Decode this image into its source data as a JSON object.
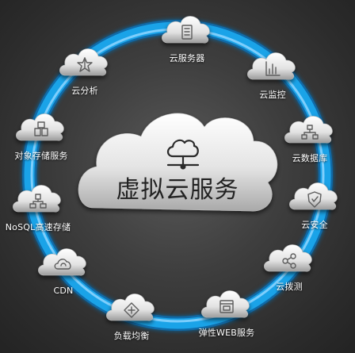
{
  "center": {
    "title": "虚拟云服务",
    "icon": "cloud-network-icon"
  },
  "colors": {
    "ring": "#1aa3e8",
    "ring_light": "#8fd6ff",
    "ring_dark": "#0a6fb4",
    "background": "#3e3e3e",
    "label": "#ffffff",
    "center_text": "#222222"
  },
  "services": [
    {
      "label": "云服务器",
      "icon": "server-icon"
    },
    {
      "label": "云监控",
      "icon": "bar-chart-icon"
    },
    {
      "label": "云数据库",
      "icon": "database-network-icon"
    },
    {
      "label": "云安全",
      "icon": "shield-icon"
    },
    {
      "label": "云拨测",
      "icon": "share-nodes-icon"
    },
    {
      "label": "弹性WEB服务",
      "icon": "window-icon"
    },
    {
      "label": "负载均衡",
      "icon": "balance-diamond-icon"
    },
    {
      "label": "CDN",
      "icon": "cloud-sync-icon"
    },
    {
      "label": "NoSQL高速存储",
      "icon": "storage-network-icon"
    },
    {
      "label": "对象存储服务",
      "icon": "object-storage-icon"
    },
    {
      "label": "云分析",
      "icon": "analysis-star-icon"
    }
  ]
}
